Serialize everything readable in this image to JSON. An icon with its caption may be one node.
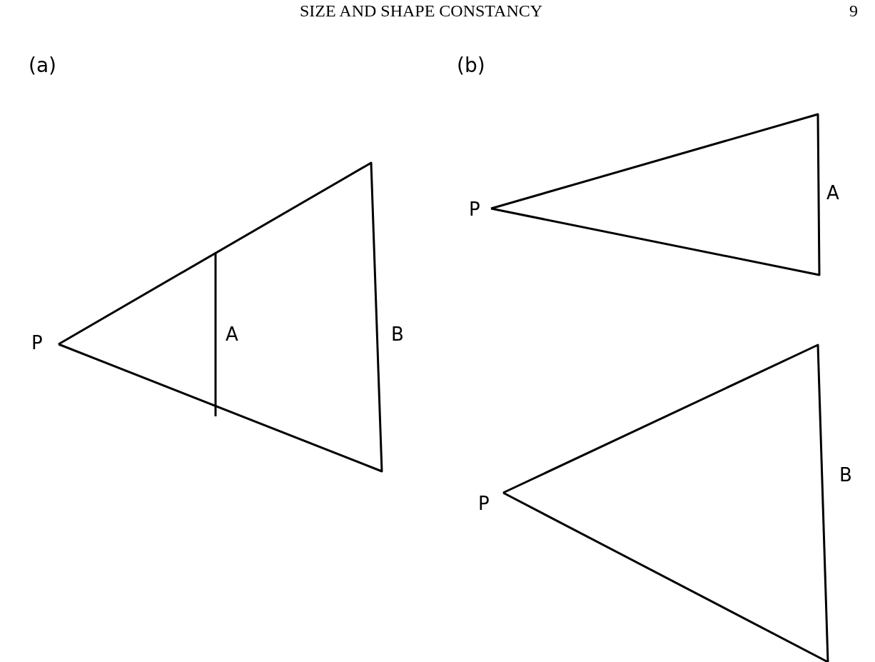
{
  "diagram": {
    "title": "SIZE AND SHAPE CONSTANCY",
    "labels": [
      "9",
      "(a)",
      "(b)",
      "P",
      "A",
      "B",
      "P",
      "A",
      "P",
      "B"
    ]
  }
}
